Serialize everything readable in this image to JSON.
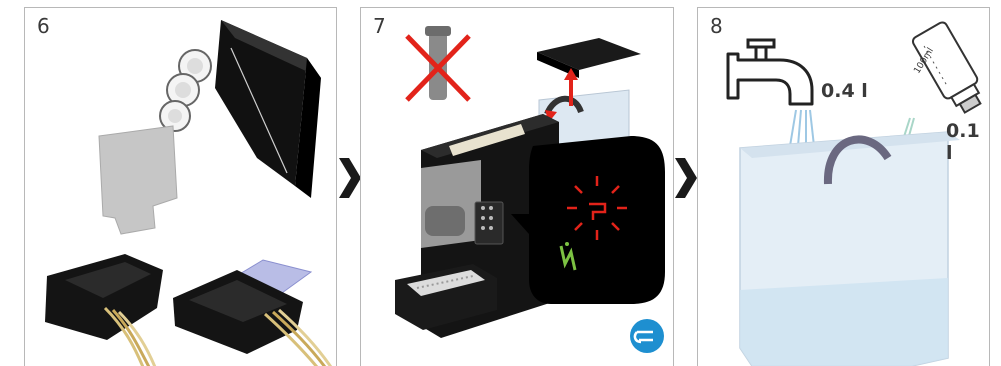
{
  "steps": [
    {
      "number": "6"
    },
    {
      "number": "7"
    },
    {
      "number": "8"
    }
  ],
  "step8": {
    "water_quantity": "0.4 l",
    "descaler_quantity": "0.1 l",
    "bottle_label": "100ml"
  },
  "colors": {
    "panel_border": "#b8b8b8",
    "arrow": "#1a1a1a",
    "warning_red": "#e2231a",
    "info_badge": "#1e8fd0",
    "tank_blue": "#cfe3f2"
  },
  "icons": {
    "filter_crossed": "no-filter-icon",
    "tap": "water-tap-icon",
    "bottle": "descaler-bottle-icon",
    "hand_point": "hand-pointing-icon"
  }
}
